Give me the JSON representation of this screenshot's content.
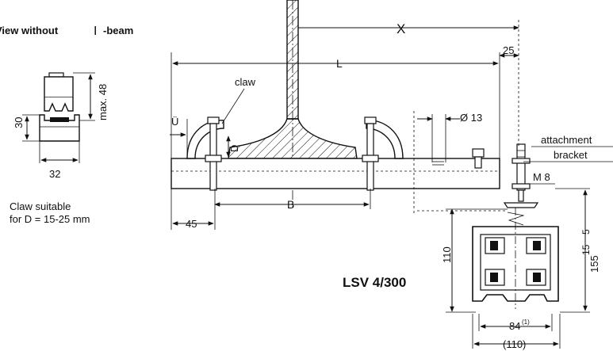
{
  "side_view": {
    "title_prefix": "View without",
    "beam_symbol": "I",
    "title_suffix": "-beam",
    "dim_height": "30",
    "dim_max": "max. 48",
    "dim_width": "32",
    "note_line1": "Claw suitable",
    "note_line2": "for D = 15-25 mm"
  },
  "main_view": {
    "dim_x": "X",
    "dim_l": "L",
    "dim_25": "25",
    "label_claw": "claw",
    "dim_u": "Ü",
    "dim_d": "D",
    "dim_hole": "Ø 13",
    "label_attachment": "attachment",
    "label_bracket": "bracket",
    "label_m8": "M 8",
    "dim_b": "B",
    "dim_45": "45",
    "dim_110_height": "110",
    "dim_155_main": "155",
    "dim_155_tol_plus": "5",
    "dim_155_tol_minus": "15",
    "dim_84": "84",
    "dim_84_note": "(1)",
    "dim_110_width": "(110)",
    "product_name": "LSV 4/300"
  }
}
